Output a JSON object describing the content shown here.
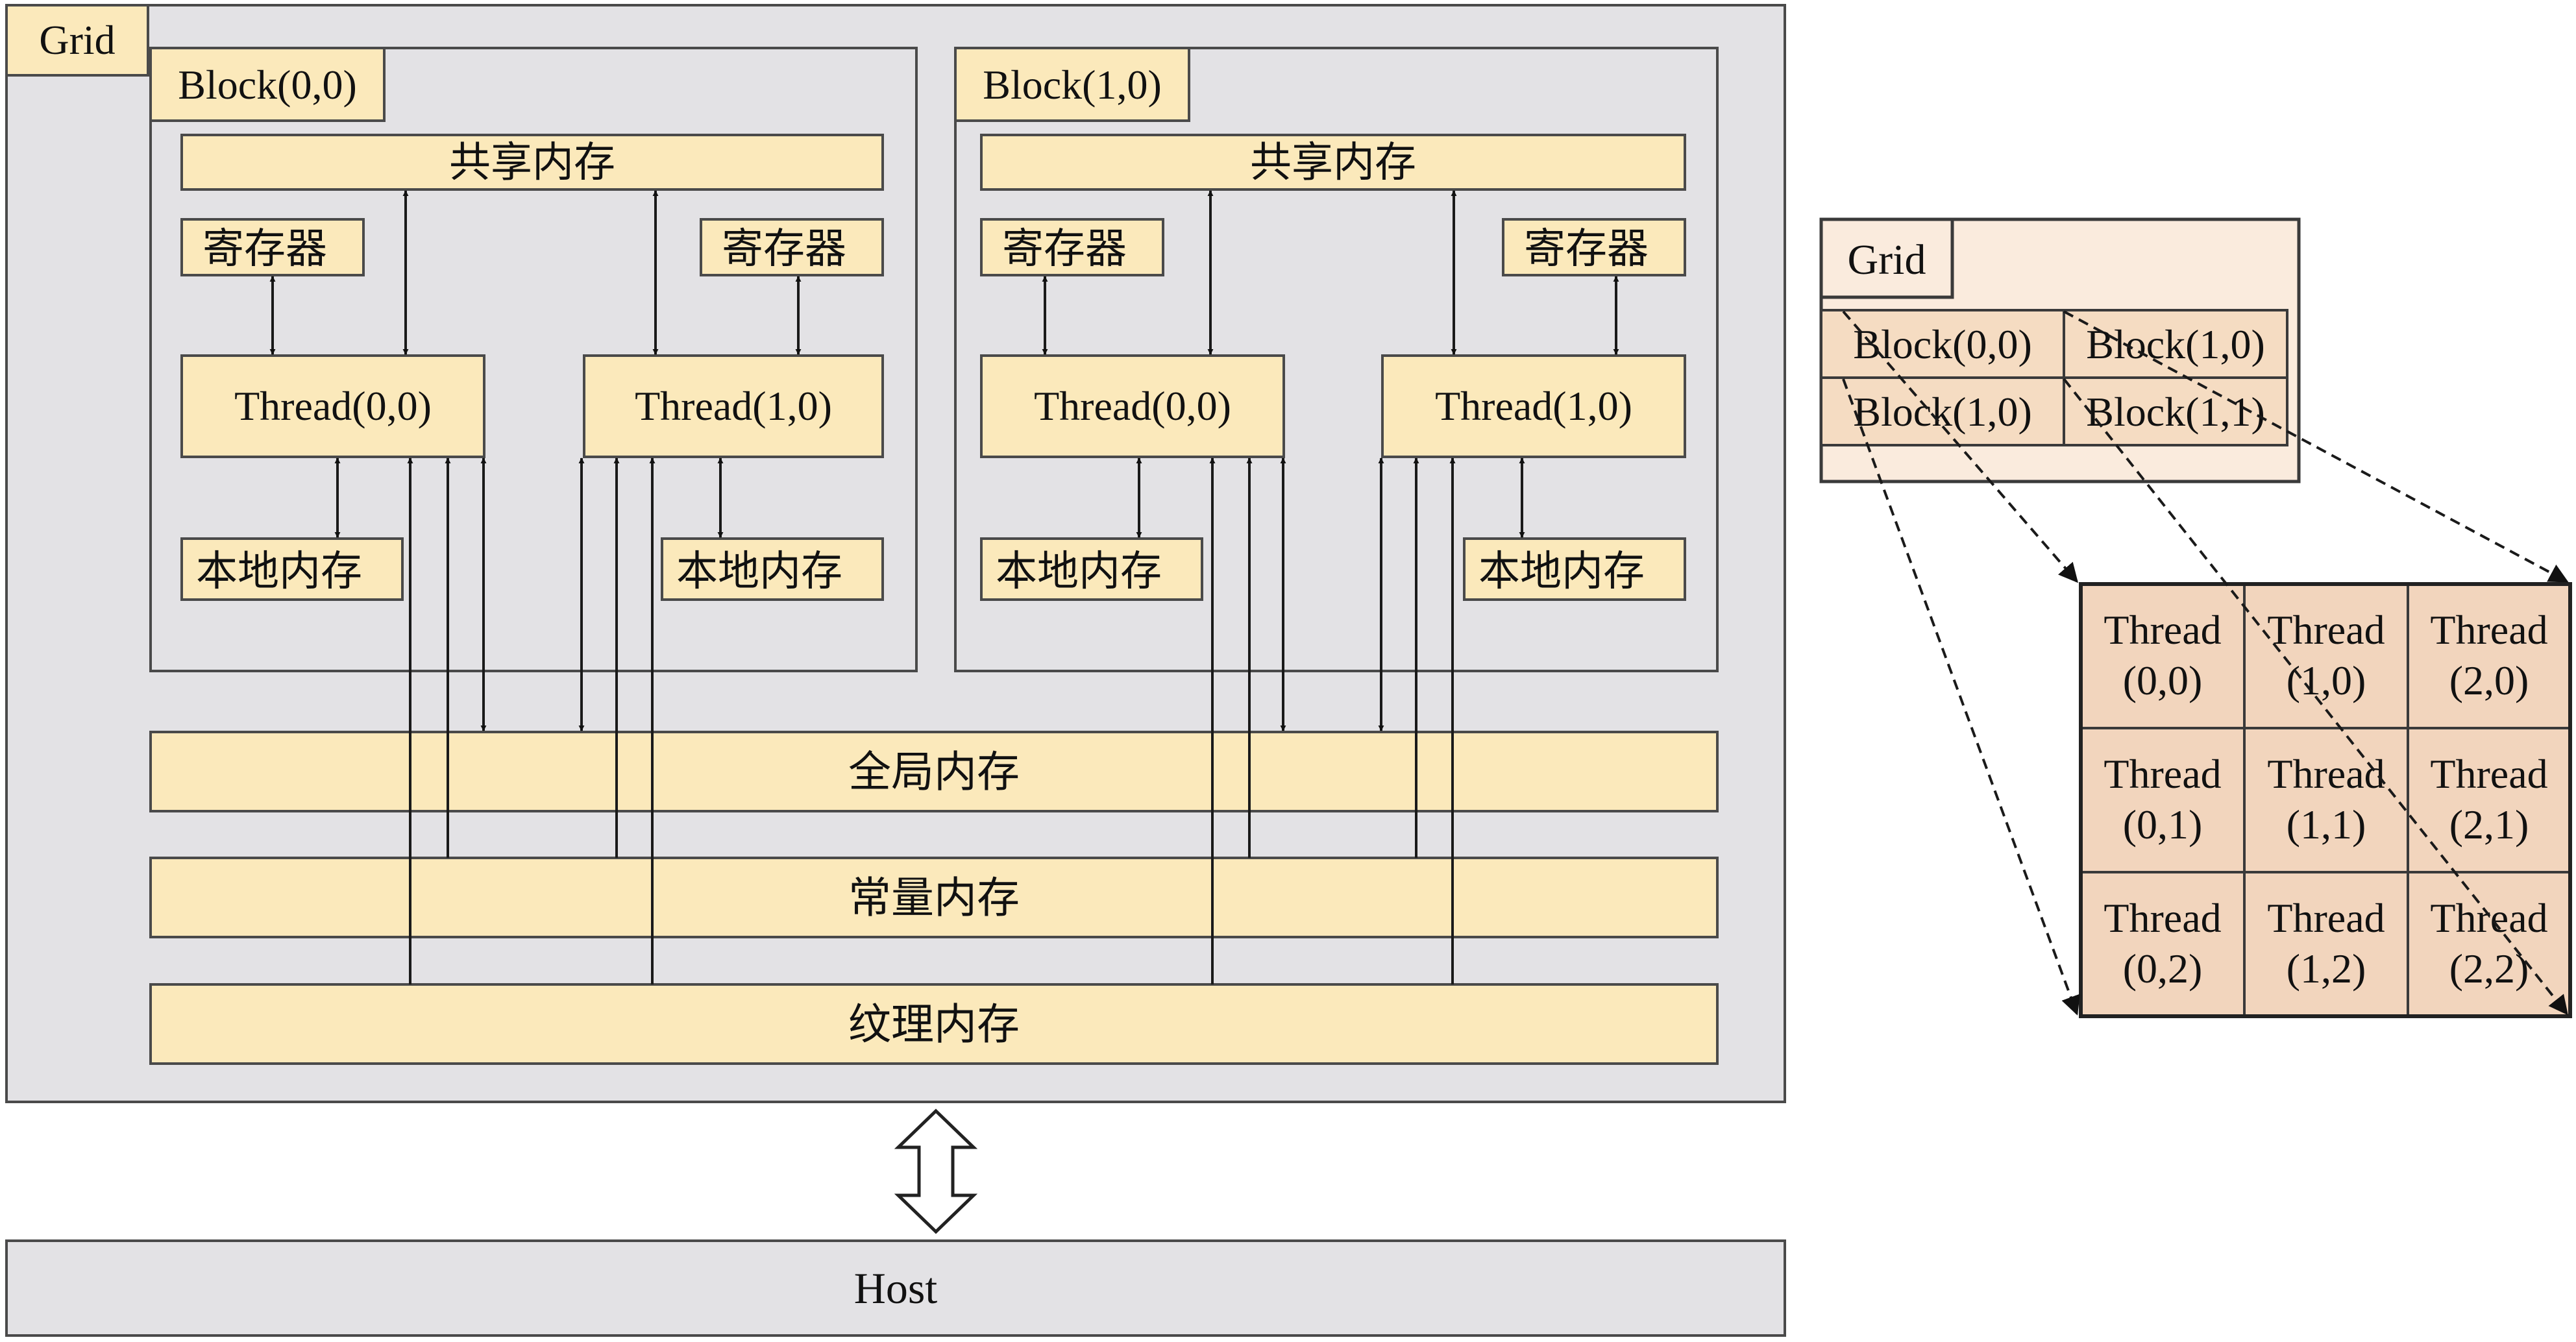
{
  "grid_label": "Grid",
  "blocks": [
    {
      "label": "Block(0,0)",
      "shared_memory": "共享内存",
      "registers": [
        "寄存器",
        "寄存器"
      ],
      "threads": [
        "Thread(0,0)",
        "Thread(1,0)"
      ],
      "local_memory": [
        "本地内存",
        "本地内存"
      ]
    },
    {
      "label": "Block(1,0)",
      "shared_memory": "共享内存",
      "registers": [
        "寄存器",
        "寄存器"
      ],
      "threads": [
        "Thread(0,0)",
        "Thread(1,0)"
      ],
      "local_memory": [
        "本地内存",
        "本地内存"
      ]
    }
  ],
  "global_memory": "全局内存",
  "constant_memory": "常量内存",
  "texture_memory": "纹理内存",
  "host": "Host",
  "mini_grid": {
    "label": "Grid",
    "blocks": [
      "Block(0,0)",
      "Block(1,0)",
      "Block(1,0)",
      "Block(1,1)"
    ]
  },
  "thread_grid": [
    [
      "Thread",
      "(0,0)"
    ],
    [
      "Thread",
      "(1,0)"
    ],
    [
      "Thread",
      "(2,0)"
    ],
    [
      "Thread",
      "(0,1)"
    ],
    [
      "Thread",
      "(1,1)"
    ],
    [
      "Thread",
      "(2,1)"
    ],
    [
      "Thread",
      "(0,2)"
    ],
    [
      "Thread",
      "(1,2)"
    ],
    [
      "Thread",
      "(2,2)"
    ]
  ]
}
